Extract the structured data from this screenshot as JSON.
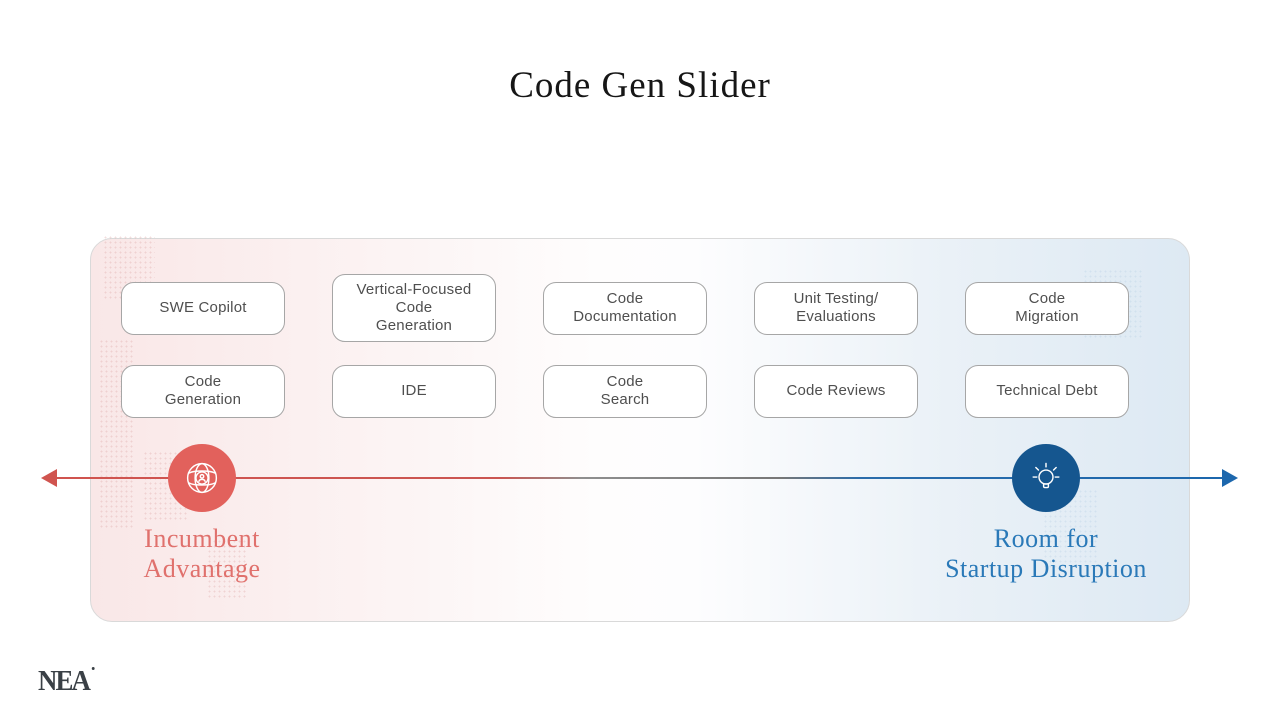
{
  "title": "Code Gen Slider",
  "panel": {
    "boxes": [
      {
        "label": "SWE Copilot"
      },
      {
        "label": "Vertical-Focused\nCode\nGeneration"
      },
      {
        "label": "Code\nDocumentation"
      },
      {
        "label": "Unit Testing/\nEvaluations"
      },
      {
        "label": "Code\nMigration"
      },
      {
        "label": "Code\nGeneration"
      },
      {
        "label": "IDE"
      },
      {
        "label": "Code\nSearch"
      },
      {
        "label": "Code Reviews"
      },
      {
        "label": "Technical Debt"
      }
    ]
  },
  "slider": {
    "left": {
      "label": "Incumbent\nAdvantage",
      "icon": "globe-user-icon",
      "circle_color": "#E2615C",
      "text_color": "#E0716D"
    },
    "right": {
      "label": "Room for\nStartup Disruption",
      "icon": "lightbulb-icon",
      "circle_color": "#15568F",
      "text_color": "#2A79B8"
    },
    "line_colors": {
      "left": "#D0544F",
      "middle": "#7A7A7A",
      "right": "#1C67AD"
    }
  },
  "logo": {
    "text": "NEA"
  },
  "colors": {
    "panel_gradient_left": "#F9E7E7",
    "panel_gradient_right": "#DDE9F3",
    "box_border": "#A6A6A6",
    "box_text": "#4F4F4F",
    "title_text": "#161616"
  }
}
